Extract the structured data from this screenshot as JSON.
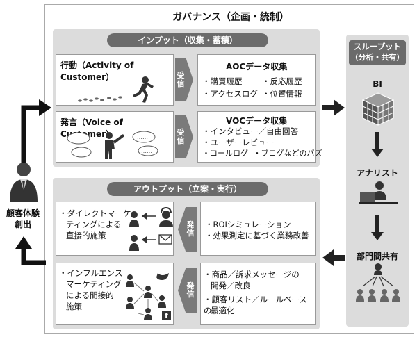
{
  "governance": {
    "title": "ガバナンス（企画・統制）"
  },
  "input": {
    "header": "インプット（収集・蓄積）",
    "activity": {
      "title": "行動（Activity of Customer）"
    },
    "voice": {
      "title": "発言（Voice of Customer）"
    },
    "receive_label_1": "受信",
    "receive_label_2": "受信",
    "aoc": {
      "title": "AOCデータ収集",
      "items": [
        "・購買履歴",
        "・反応履歴",
        "・アクセスログ",
        "・位置情報"
      ]
    },
    "voc": {
      "title": "VOCデータ収集",
      "items": [
        "・インタビュー／自由回答",
        "・ユーザーレビュー",
        "・コールログ",
        "・ブログなどのバズ"
      ]
    }
  },
  "output": {
    "header": "アウトプット（立案・実行）",
    "send_label_1": "発信",
    "send_label_2": "発信",
    "direct": {
      "lines": [
        "・ダイレクトマーケ",
        "ティングによる",
        "直接的施策"
      ]
    },
    "indirect": {
      "lines": [
        "・インフルエンス",
        "マーケティング",
        "による間接的",
        "施策"
      ]
    },
    "roi": {
      "items": [
        "・ROIシミュレーション",
        "・効果測定に基づく業務改善"
      ]
    },
    "product": {
      "items": [
        "・商品／訴求メッセージの",
        "開発／改良",
        "・顧客リスト／ルールベースの",
        "最適化"
      ]
    }
  },
  "throughput": {
    "header_line1": "スループット",
    "header_line2": "（分析・共有）",
    "bi_label": "BI",
    "analyst_label": "アナリスト",
    "share_label": "部門間共有"
  },
  "customer": {
    "label_line1": "顧客体験",
    "label_line2": "創出"
  }
}
